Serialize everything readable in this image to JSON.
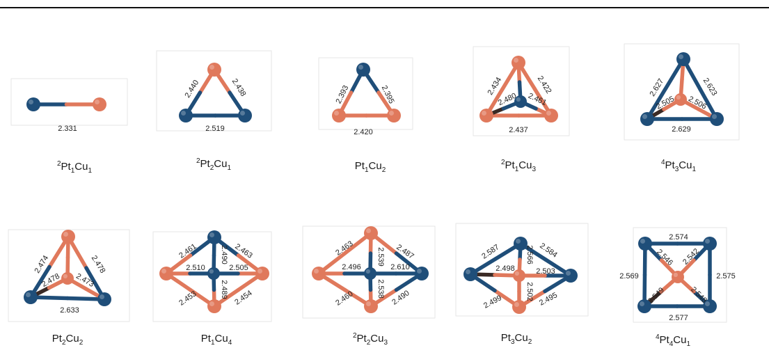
{
  "colors": {
    "pt": "#1f4e79",
    "cu": "#e0795c",
    "label": "#222222"
  },
  "clusters": [
    {
      "id": "pt1cu1",
      "formula": {
        "spin": "2",
        "parts": [
          [
            "Pt",
            "1"
          ],
          [
            "Cu",
            "1"
          ]
        ]
      },
      "bonds": [
        "2.331"
      ]
    },
    {
      "id": "pt2cu1",
      "formula": {
        "spin": "2",
        "parts": [
          [
            "Pt",
            "2"
          ],
          [
            "Cu",
            "1"
          ]
        ]
      },
      "bonds": [
        "2.440",
        "2.438",
        "2.519"
      ]
    },
    {
      "id": "pt1cu2",
      "formula": {
        "spin": "",
        "parts": [
          [
            "Pt",
            "1"
          ],
          [
            "Cu",
            "2"
          ]
        ]
      },
      "bonds": [
        "2.393",
        "2.395",
        "2.420"
      ]
    },
    {
      "id": "pt1cu3",
      "formula": {
        "spin": "2",
        "parts": [
          [
            "Pt",
            "1"
          ],
          [
            "Cu",
            "3"
          ]
        ]
      },
      "bonds": [
        "2.434",
        "2.422",
        "2.480",
        "2.461",
        "2.437"
      ]
    },
    {
      "id": "pt3cu1",
      "formula": {
        "spin": "4",
        "parts": [
          [
            "Pt",
            "3"
          ],
          [
            "Cu",
            "1"
          ]
        ]
      },
      "bonds": [
        "2.627",
        "2.623",
        "2.505",
        "2.506",
        "2.629"
      ]
    },
    {
      "id": "pt2cu2",
      "formula": {
        "spin": "",
        "parts": [
          [
            "Pt",
            "2"
          ],
          [
            "Cu",
            "2"
          ]
        ]
      },
      "bonds": [
        "2.474",
        "2.478",
        "2.478",
        "2.473",
        "2.633"
      ]
    },
    {
      "id": "pt1cu4",
      "formula": {
        "spin": "",
        "parts": [
          [
            "Pt",
            "1"
          ],
          [
            "Cu",
            "4"
          ]
        ]
      },
      "bonds": [
        "2.461",
        "2.463",
        "2.510",
        "2.490",
        "2.505",
        "2.489",
        "2.453",
        "2.454"
      ]
    },
    {
      "id": "pt2cu3",
      "formula": {
        "spin": "2",
        "parts": [
          [
            "Pt",
            "2"
          ],
          [
            "Cu",
            "3"
          ]
        ]
      },
      "bonds": [
        "2.463",
        "2.487",
        "2.496",
        "2.539",
        "2.610",
        "2.538",
        "2.460",
        "2.490"
      ]
    },
    {
      "id": "pt3cu2",
      "formula": {
        "spin": "",
        "parts": [
          [
            "Pt",
            "3"
          ],
          [
            "Cu",
            "2"
          ]
        ]
      },
      "bonds": [
        "2.587",
        "2.584",
        "2.498",
        "2.566",
        "2.503",
        "2.502",
        "2.499",
        "2.495"
      ]
    },
    {
      "id": "pt4cu1",
      "formula": {
        "spin": "4",
        "parts": [
          [
            "Pt",
            "4"
          ],
          [
            "Cu",
            "1"
          ]
        ]
      },
      "bonds": [
        "2.574",
        "2.546",
        "2.542",
        "2.569",
        "2.575",
        "2.549",
        "2.548",
        "2.577"
      ]
    }
  ]
}
